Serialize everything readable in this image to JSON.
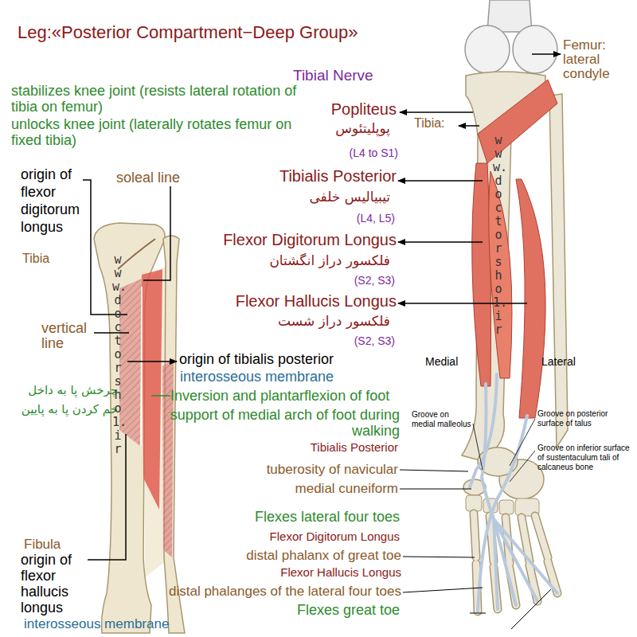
{
  "diagram": {
    "title": "Leg:«Posterior Compartment−Deep Group»",
    "labels": [
      "Tibial Nerve",
      "stabilizes knee joint (resists lateral rotation of tibia on femur)",
      "unlocks knee joint (laterally rotates femur on fixed tibia)",
      "Popliteus",
      "پوپلیتئوس",
      "(L4 to S1)",
      "Femur: lateral condyle",
      "Tibia:",
      "origin of flexor digitorum longus",
      "soleal line",
      "Tibia",
      "Tibialis Posterior",
      "تیبیالیس خلفی",
      "(L4, L5)",
      "Flexor Digitorum Longus",
      "فلکسور دراز انگشتان",
      "(S2, S3)",
      "Flexor Hallucis Longus",
      "فلکسور دراز شست",
      "(S2, S3)",
      "vertical line",
      "origin of tibialis posterior",
      "interosseous membrane",
      "چرخش پا به داخل",
      "خم کردن پا به پایین",
      "Inversion and plantarflexion of foot",
      "support of medial arch of foot during walking",
      "Tibialis Posterior",
      "Medial",
      "Lateral",
      "Groove on medial malleolus",
      "Groove on posterior surface of talus",
      "Groove on inferior surface of sustentaculum tali of calcaneus bone",
      "tuberosity of navicular",
      "medial cuneiform",
      "Flexes lateral four toes",
      "Flexor Digitorum Longus",
      "distal phalanx of great toe",
      "Flexor Hallucis Longus",
      "distal phalanges of the lateral four toes",
      "Flexes great toe",
      "Fibula",
      "origin of flexor hallucis longus",
      "interosseous membrane",
      "www.doctorsho1.ir",
      "www.doctorsho1.ir"
    ]
  }
}
